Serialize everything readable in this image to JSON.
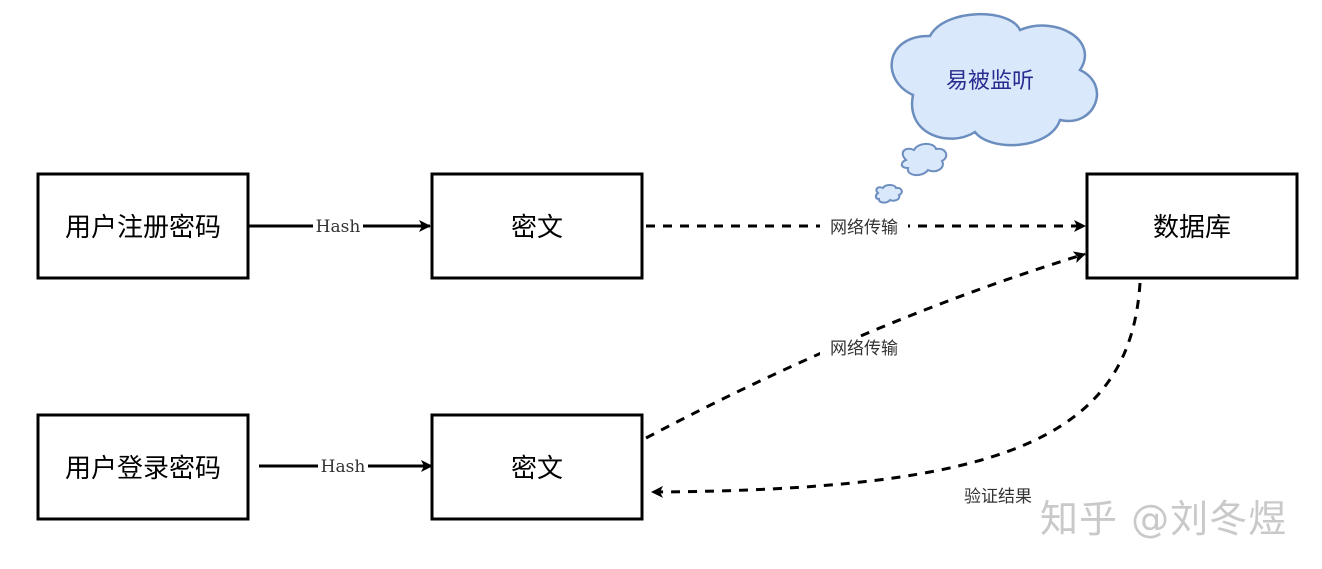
{
  "nodes": {
    "register_password": "用户注册密码",
    "ciphertext_top": "密文",
    "database": "数据库",
    "login_password": "用户登录密码",
    "ciphertext_bottom": "密文"
  },
  "edges": {
    "hash_top": "Hash",
    "network_top": "网络传输",
    "network_bottom": "网络传输",
    "hash_bottom": "Hash",
    "verify_result": "验证结果"
  },
  "cloud": {
    "text": "易被监听",
    "fill": "#dae8fc",
    "stroke": "#6c8ebf"
  },
  "watermark": "知乎 @刘冬煜"
}
